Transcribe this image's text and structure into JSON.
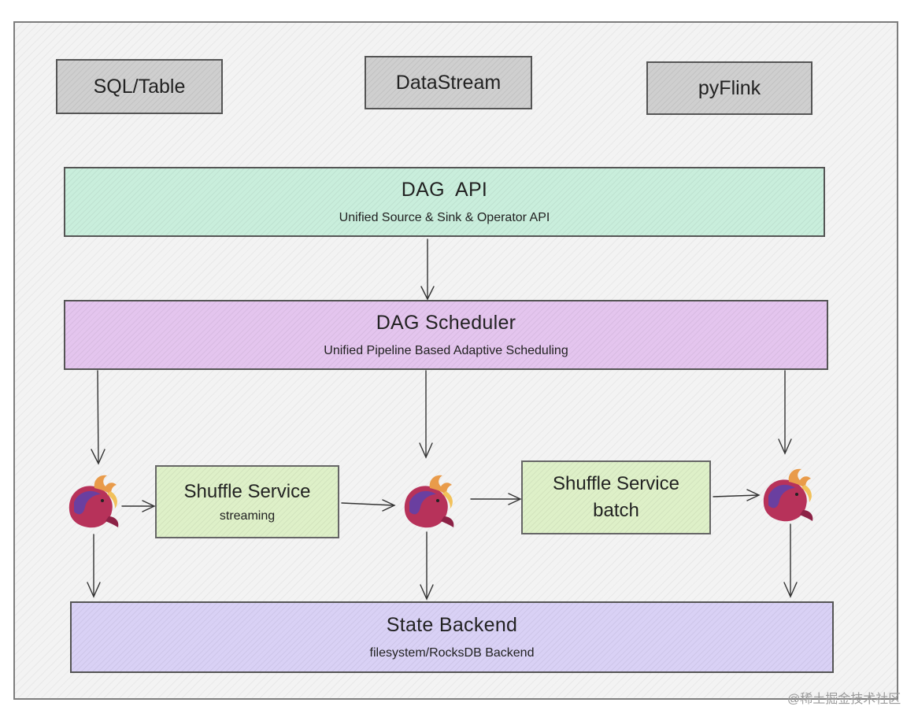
{
  "apis": {
    "sql_table": "SQL/Table",
    "datastream": "DataStream",
    "pyflink": "pyFlink"
  },
  "dag_api": {
    "title": "DAG  API",
    "subtitle": "Unified Source & Sink & Operator API"
  },
  "dag_scheduler": {
    "title": "DAG Scheduler",
    "subtitle": "Unified Pipeline Based Adaptive Scheduling"
  },
  "shuffle_streaming": {
    "title": "Shuffle Service",
    "subtitle": "streaming"
  },
  "shuffle_batch": {
    "title": "Shuffle Service",
    "subtitle": "batch"
  },
  "state_backend": {
    "title": "State Backend",
    "subtitle": "filesystem/RocksDB Backend"
  },
  "watermark": "@稀土掘金技术社区",
  "icons": {
    "task": "flink-squirrel-icon"
  },
  "colors": {
    "dag_api": "#c9eedc",
    "dag_scheduler": "#e4c5ee",
    "state_backend": "#d9d1f5",
    "shuffle": "#def0c8",
    "api_box": "#cfcfcf"
  }
}
